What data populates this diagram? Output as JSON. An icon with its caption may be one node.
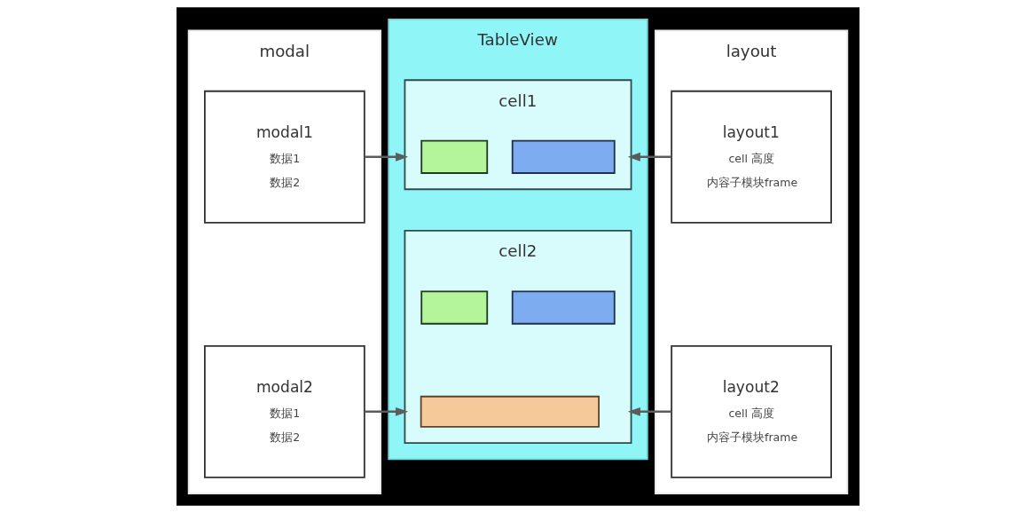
{
  "diagram": {
    "nodes": [
      {
        "text": [
          "modal"
        ]
      },
      {
        "text": [
          "modal1",
          "数据1",
          "数据2"
        ],
        "in": 0
      },
      {
        "text": [
          "modal2",
          "数据1",
          "数据2"
        ],
        "in": 0
      },
      {
        "text": [
          "TableView"
        ]
      },
      {
        "text": [
          "cell1"
        ],
        "in": 3
      },
      {
        "text": [],
        "shape": "box",
        "in": 4
      },
      {
        "text": [],
        "shape": "box",
        "in": 4
      },
      {
        "text": [
          "cell2"
        ],
        "in": 3
      },
      {
        "text": [],
        "shape": "box",
        "in": 7
      },
      {
        "text": [],
        "shape": "box",
        "in": 7
      },
      {
        "text": [],
        "shape": "box",
        "in": 7
      },
      {
        "text": [
          "layout"
        ]
      },
      {
        "text": [
          "layout1",
          "cell 高度",
          "内容子模块frame"
        ],
        "in": 11
      },
      {
        "text": [
          "layout2",
          "cell 高度",
          "内容子模块frame"
        ],
        "in": 11
      }
    ],
    "edges": [
      {
        "from": 1,
        "to": 4,
        "arrow": "to"
      },
      {
        "from": 2,
        "to": 7,
        "arrow": "to"
      },
      {
        "from": 12,
        "to": 4,
        "arrow": "to"
      },
      {
        "from": 13,
        "to": 7,
        "arrow": "to"
      }
    ]
  }
}
